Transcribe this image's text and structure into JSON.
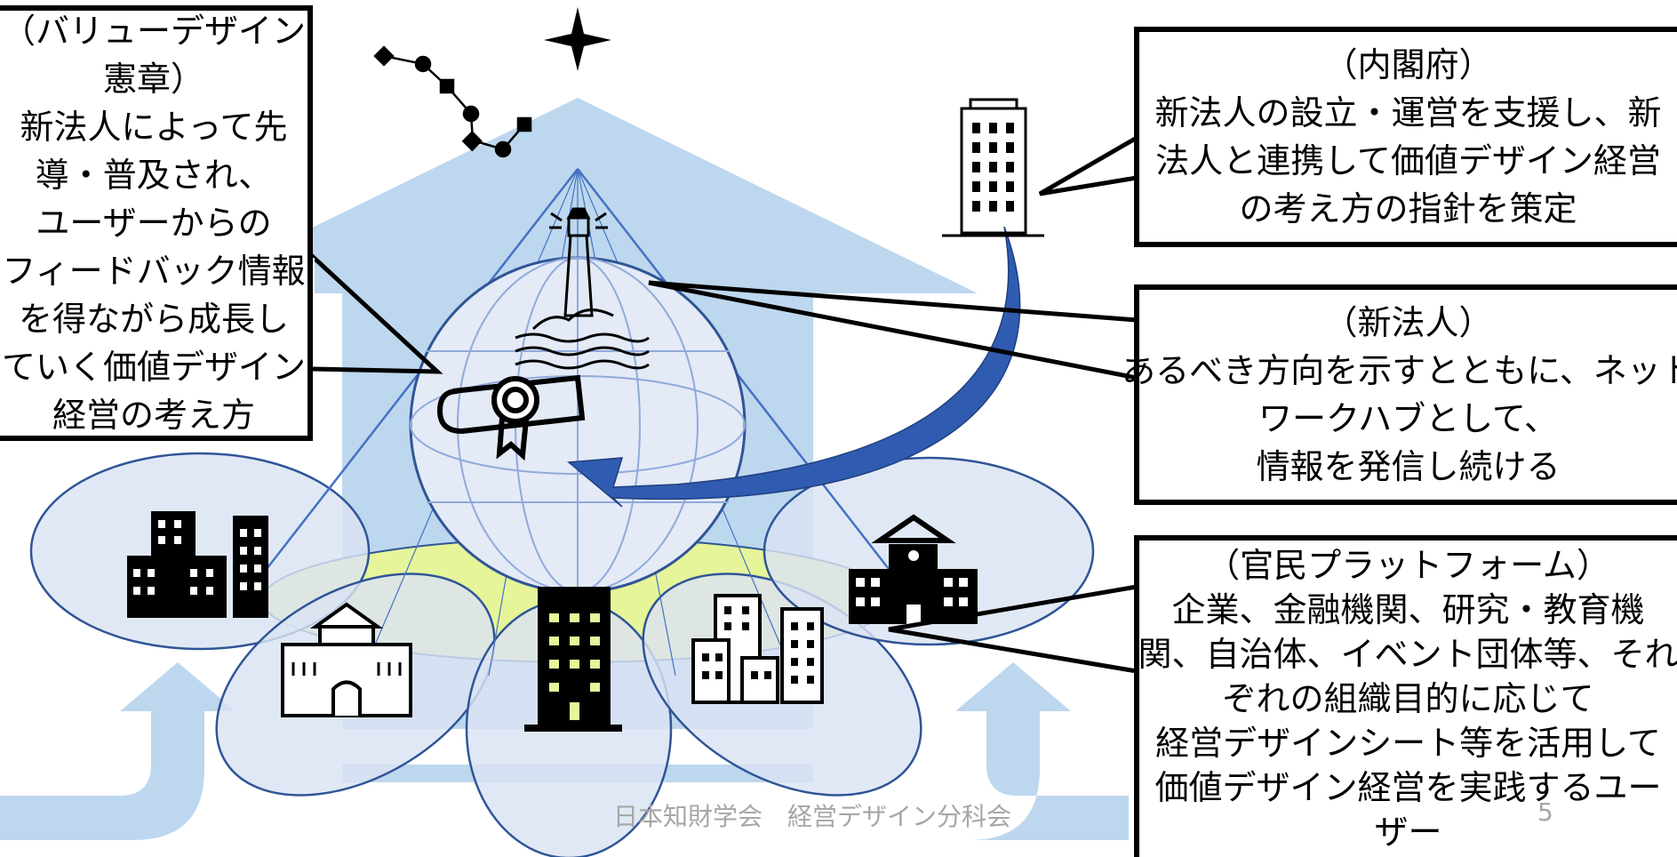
{
  "callouts": {
    "value_charter": {
      "lines": [
        "（バリューデザイン",
        "憲章）",
        "新法人によって先",
        "導・普及され、",
        "ユーザーからの",
        "フィードバック情報",
        "を得ながら成長し",
        "ていく価値デザイン",
        "経営の考え方"
      ]
    },
    "cabinet_office": {
      "lines": [
        "（内閣府）",
        "新法人の設立・運営を支援し、新",
        "法人と連携して価値デザイン経営",
        "の考え方の指針を策定"
      ]
    },
    "new_corporation": {
      "lines": [
        "（新法人）",
        "あるべき方向を示すとともに、ネット",
        "ワークハブとして、",
        "情報を発信し続ける"
      ]
    },
    "platform": {
      "lines": [
        "（官民プラットフォーム）",
        "企業、金融機関、研究・教育機",
        "関、自治体、イベント団体等、それ",
        "ぞれの組織目的に応じて",
        "経営デザインシート等を活用して",
        "価値デザイン経営を実践するユー",
        "ザー"
      ]
    }
  },
  "footer": {
    "text": "日本知財学会　経営デザイン分科会",
    "page_number": "5"
  },
  "colors": {
    "house": "#bdd7ee",
    "petal_fill": "#dae3f3",
    "petal_stroke": "#2f5597",
    "platform_disc": "#e6f59a",
    "globe_fill": "#e4eaf6",
    "pyramid_line": "#4472c4",
    "arrow": "#2f5cb0",
    "footer_text": "#a6a6a6"
  },
  "icons": [
    "star-icon",
    "constellation-icon",
    "office-building-icon",
    "lighthouse-icon",
    "certificate-scroll-icon",
    "city-buildings-icon",
    "school-icon",
    "tower-building-icon",
    "apartment-buildings-icon",
    "house-building-icon"
  ]
}
